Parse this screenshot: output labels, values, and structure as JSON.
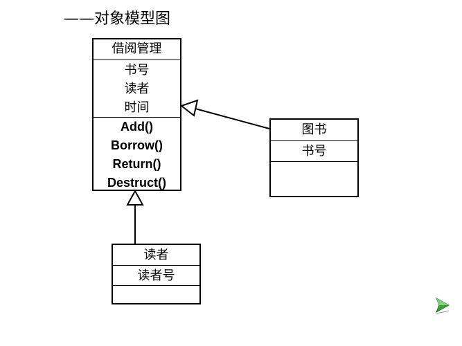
{
  "title": "——对象模型图",
  "classes": {
    "borrow": {
      "name": "借阅管理",
      "attributes": [
        "书号",
        "读者",
        "时间"
      ],
      "operations": [
        "Add()",
        "Borrow()",
        "Return()",
        "Destruct()"
      ]
    },
    "book": {
      "name": "图书",
      "attributes": [
        "书号"
      ]
    },
    "reader": {
      "name": "读者",
      "attributes": [
        "读者号"
      ]
    }
  },
  "relations": [
    {
      "type": "inheritance",
      "from": "图书",
      "to": "借阅管理"
    },
    {
      "type": "inheritance",
      "from": "读者",
      "to": "借阅管理"
    }
  ],
  "colors": {
    "line": "#000000",
    "nav_green": "#3aa63a"
  },
  "icons": {
    "nav": "play-nav-icon"
  }
}
